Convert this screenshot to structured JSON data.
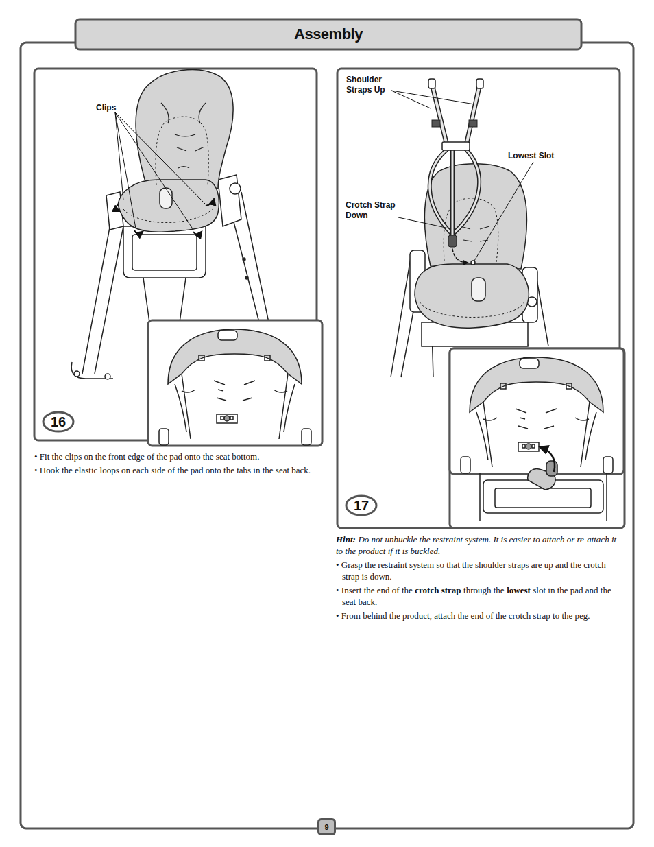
{
  "diagram": {
    "title": "Assembly",
    "nodes": [
      {
        "text": [
          "16"
        ]
      },
      {
        "text": [
          "17"
        ]
      },
      {
        "text": [
          "9"
        ]
      }
    ],
    "labels": [
      "Clips",
      "• Fit the clips on the front edge of the pad onto the seat bottom.",
      "• Hook the elastic loops on each side of the pad onto the tabs in the seat back.",
      "Shoulder Straps Up",
      "Lowest Slot",
      "Crotch Strap Down",
      "Hint:",
      "Do not unbuckle the restraint system. It is easier to attach or re-attach it to the product if it is buckled.",
      "• Grasp the restraint system so that the shoulder straps are up and the crotch strap is down.",
      "• Insert the end of the",
      "crotch strap",
      "through the",
      "lowest",
      "slot in the pad and the seat back.",
      "• From behind the product, attach the end of the crotch strap to the peg."
    ]
  }
}
